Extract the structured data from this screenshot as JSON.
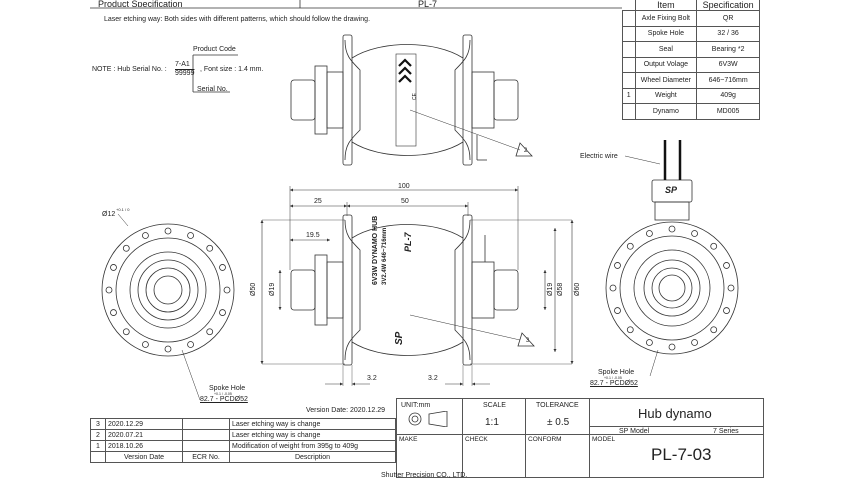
{
  "header": {
    "left_title": "Product Specification",
    "center_title": "PL-7"
  },
  "notes": {
    "laser_note": "Laser etching way: Both sides with different patterns, which should follow the drawing.",
    "product_code_label": "Product Code",
    "serial_note_prefix": "NOTE : Hub Serial No. :",
    "serial_code_top": "7-A1",
    "serial_code_bottom": "99999",
    "font_size_note": ", Font size : 1.4 mm.",
    "serial_label": "Serial No."
  },
  "spec_table": {
    "col_item": "Item",
    "col_spec": "Specification",
    "rows": [
      {
        "item": "Axle Fixing Bolt",
        "spec": "QR",
        "rev": ""
      },
      {
        "item": "Spoke Hole",
        "spec": "32 / 36",
        "rev": ""
      },
      {
        "item": "Seal",
        "spec": "Bearing *2",
        "rev": ""
      },
      {
        "item": "Output Volage",
        "spec": "6V3W",
        "rev": ""
      },
      {
        "item": "Wheel Diameter",
        "spec": "646~716mm",
        "rev": ""
      },
      {
        "item": "Weight",
        "spec": "409g",
        "rev": "1"
      },
      {
        "item": "Dynamo",
        "spec": "MD005",
        "rev": ""
      }
    ]
  },
  "drawing": {
    "electric_wire": "Electric wire",
    "dim_100": "100",
    "dim_25": "25",
    "dim_50": "50",
    "dim_19_5": "19.5",
    "dim_d12": "Ø12",
    "dim_d12_tol": "+0.1 / 0",
    "dim_d50": "Ø50",
    "dim_d19_left": "Ø19",
    "dim_d19_right": "Ø19",
    "dim_d58": "Ø58",
    "dim_d60": "Ø60",
    "dim_3_2_left": "3.2",
    "dim_3_2_right": "3.2",
    "callout_2": "2",
    "callout_3": "3",
    "spoke_hole_left": "Spoke Hole",
    "pcd_left": "82.7 - PCDØ52",
    "tol_left": "+0.1 / -0.05",
    "spoke_hole_right": "Spoke Hole",
    "pcd_right": "82.7 - PCDØ52",
    "tol_right": "+0.1 / -0.05",
    "hub_print_1": "6V3W DYNAMO HUB",
    "hub_print_2": "3V2.4W 646~716mm",
    "hub_brand_1": "SP",
    "hub_brand_2": "PL-7",
    "cap_brand": "SP"
  },
  "revisions": {
    "version_date": "Version Date: 2020.12.29",
    "rows": [
      {
        "rev": "3",
        "date": "2020.12.29",
        "ecr": "",
        "desc": "Laser etching way is change"
      },
      {
        "rev": "2",
        "date": "2020.07.21",
        "ecr": "",
        "desc": "Laser etching way is change"
      },
      {
        "rev": "1",
        "date": "2018.10.26",
        "ecr": "",
        "desc": "Modification of weight from 395g to 409g"
      }
    ],
    "header": {
      "version_date": "Version Date",
      "ecr": "ECR No.",
      "desc": "Description"
    }
  },
  "title_block": {
    "unit": "UNIT:mm",
    "scale_label": "SCALE",
    "scale_value": "1:1",
    "tolerance_label": "TOLERANCE",
    "tolerance_value": "± 0.5",
    "title": "Hub dynamo",
    "sp_model_label": "SP Model",
    "series": "7 Series",
    "make": "MAKE",
    "check": "CHECK",
    "conform": "CONFORM",
    "model_label": "MODEL",
    "model": "PL-7-03",
    "company": "Shutter Precision CO., LTD."
  }
}
